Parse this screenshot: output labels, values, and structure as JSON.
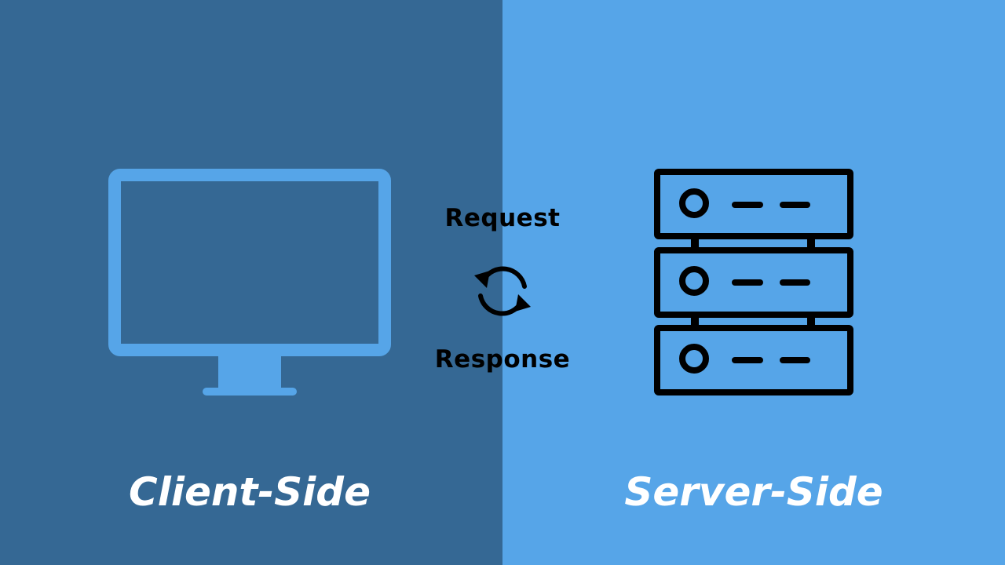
{
  "colors": {
    "left_panel": "#356894",
    "right_panel": "#56A5E8",
    "monitor": "#56A5E8",
    "line_icons": "#000000",
    "title_text": "#ffffff"
  },
  "icons": {
    "client": "monitor-icon",
    "server": "server-rack-icon",
    "exchange": "sync-arrows-icon"
  },
  "labels": {
    "request": "Request",
    "response": "Response"
  },
  "titles": {
    "client": "Client-Side",
    "server": "Server-Side"
  }
}
